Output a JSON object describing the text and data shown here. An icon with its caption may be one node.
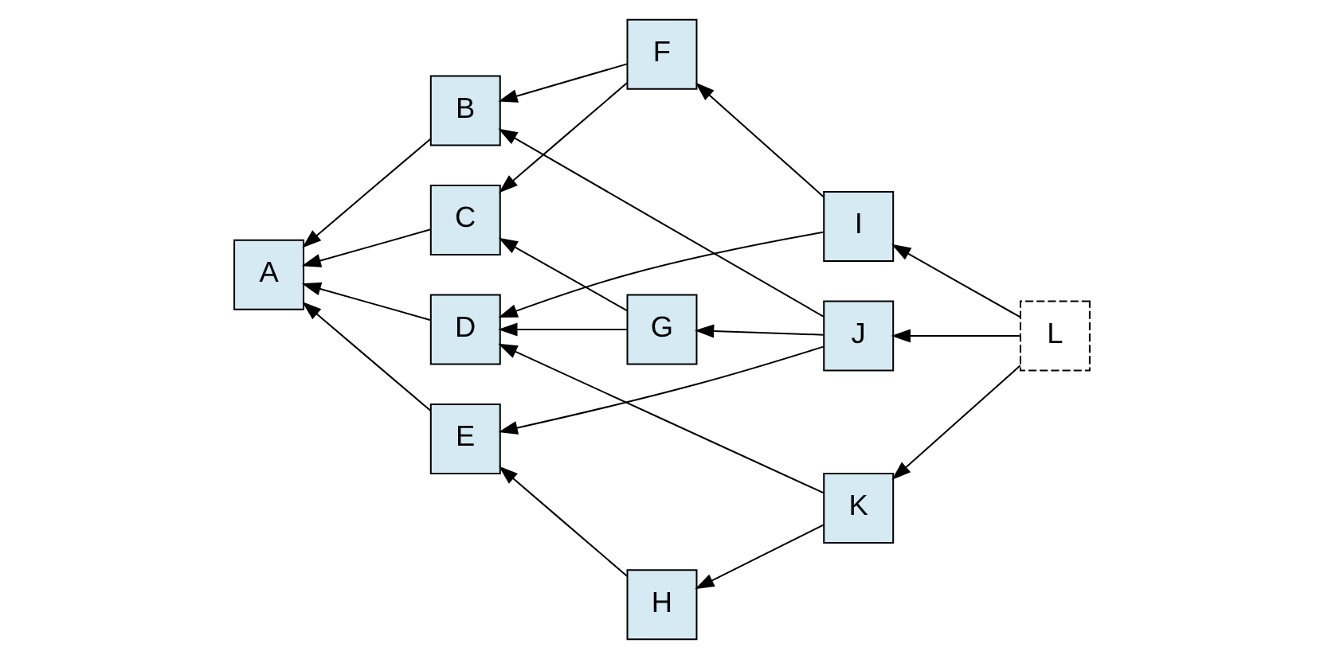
{
  "diagram": {
    "nodes": [
      {
        "text": [
          "A"
        ]
      },
      {
        "text": [
          "B"
        ]
      },
      {
        "text": [
          "C"
        ]
      },
      {
        "text": [
          "D"
        ]
      },
      {
        "text": [
          "E"
        ]
      },
      {
        "text": [
          "F"
        ]
      },
      {
        "text": [
          "G"
        ]
      },
      {
        "text": [
          "H"
        ]
      },
      {
        "text": [
          "I"
        ]
      },
      {
        "text": [
          "J"
        ]
      },
      {
        "text": [
          "K"
        ]
      },
      {
        "text": [
          "L"
        ]
      }
    ],
    "edges": [
      {
        "from": 1,
        "to": 0,
        "arrow": "to"
      },
      {
        "from": 2,
        "to": 0,
        "arrow": "to"
      },
      {
        "from": 3,
        "to": 0,
        "arrow": "to"
      },
      {
        "from": 4,
        "to": 0,
        "arrow": "to"
      },
      {
        "from": 5,
        "to": 1,
        "arrow": "to"
      },
      {
        "from": 5,
        "to": 2,
        "arrow": "to"
      },
      {
        "from": 6,
        "to": 2,
        "arrow": "to"
      },
      {
        "from": 6,
        "to": 3,
        "arrow": "to"
      },
      {
        "from": 7,
        "to": 4,
        "arrow": "to"
      },
      {
        "from": 8,
        "to": 5,
        "arrow": "to"
      },
      {
        "from": 8,
        "to": 3,
        "arrow": "to"
      },
      {
        "from": 9,
        "to": 6,
        "arrow": "to"
      },
      {
        "from": 9,
        "to": 1,
        "arrow": "to"
      },
      {
        "from": 9,
        "to": 4,
        "arrow": "to"
      },
      {
        "from": 10,
        "to": 7,
        "arrow": "to"
      },
      {
        "from": 10,
        "to": 3,
        "arrow": "to"
      },
      {
        "from": 11,
        "to": 8,
        "arrow": "to"
      },
      {
        "from": 11,
        "to": 9,
        "arrow": "to"
      },
      {
        "from": 11,
        "to": 10,
        "arrow": "to"
      }
    ]
  }
}
